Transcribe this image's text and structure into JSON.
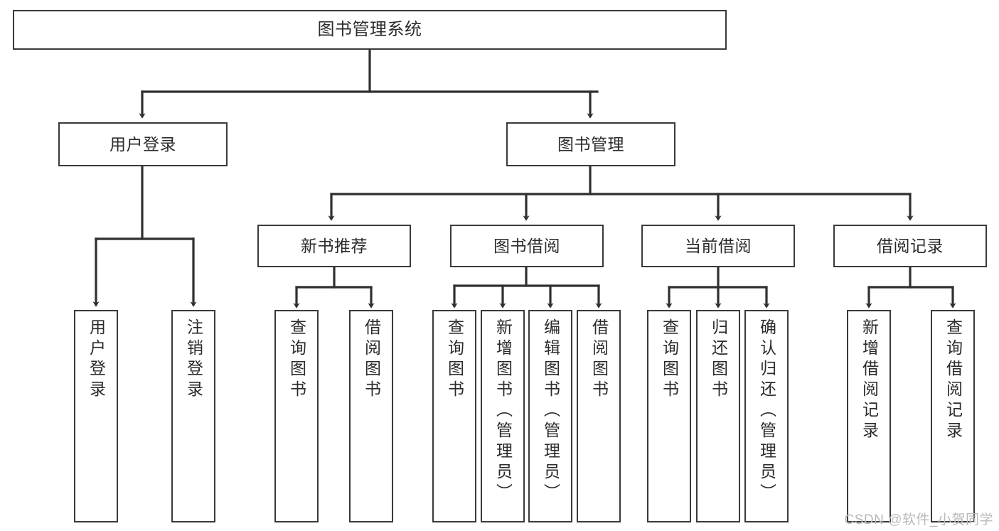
{
  "diagram": {
    "title": "图书管理系统",
    "type": "tree-hierarchy",
    "orientation": "top-down",
    "style": {
      "box_stroke": "#3a3a3a",
      "box_fill": "#ffffff",
      "text_color": "#2b2b2b",
      "edge_color": "#2f2f2f",
      "background": "#ffffff"
    },
    "levels": 3,
    "root": {
      "label": "图书管理系统"
    },
    "level2": [
      {
        "label": "用户登录"
      },
      {
        "label": "图书管理"
      }
    ],
    "level3": [
      {
        "label": "新书推荐"
      },
      {
        "label": "图书借阅"
      },
      {
        "label": "当前借阅"
      },
      {
        "label": "借阅记录"
      }
    ],
    "leaves": {
      "user_login": [
        {
          "label": "用户登录"
        },
        {
          "label": "注销登录"
        }
      ],
      "new_book_recommend": [
        {
          "label": "查询图书"
        },
        {
          "label": "借阅图书"
        }
      ],
      "book_borrow": [
        {
          "label": "查询图书"
        },
        {
          "label": "新增图书（管理员）"
        },
        {
          "label": "编辑图书（管理员）"
        },
        {
          "label": "借阅图书"
        }
      ],
      "current_borrow": [
        {
          "label": "查询图书"
        },
        {
          "label": "归还图书"
        },
        {
          "label": "确认归还（管理员）"
        }
      ],
      "borrow_record": [
        {
          "label": "新增借阅记录"
        },
        {
          "label": "查询借阅记录"
        }
      ]
    }
  },
  "watermark": {
    "text": "CSDN @软件_小贺同学"
  }
}
